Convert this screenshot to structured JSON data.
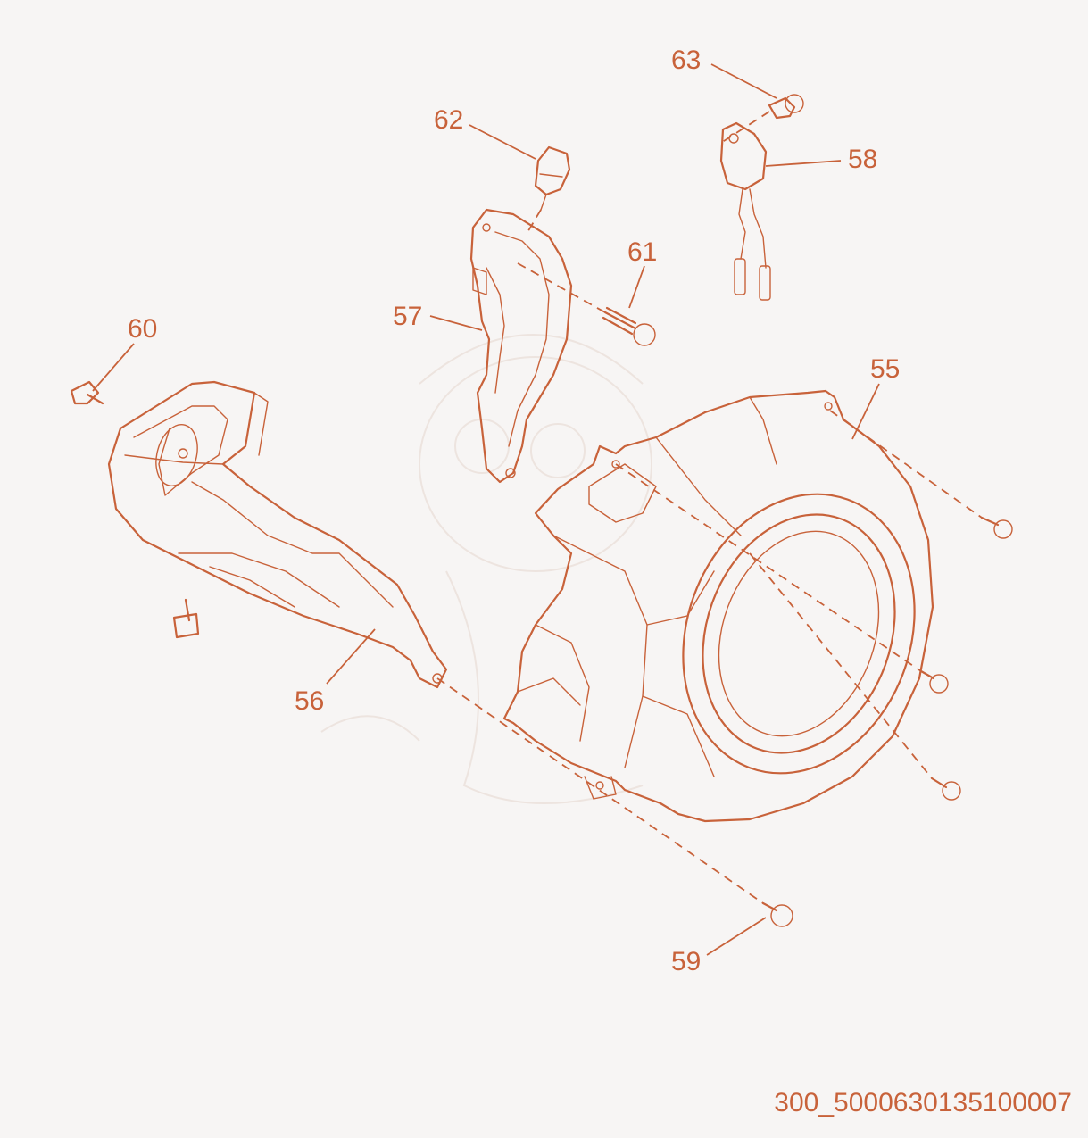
{
  "diagram": {
    "accent_color": "#c8623a",
    "background_color": "#f7f5f4",
    "callouts": [
      "55",
      "56",
      "57",
      "58",
      "59",
      "60",
      "61",
      "62",
      "63"
    ],
    "footer_code": "300_5000630135100007"
  }
}
